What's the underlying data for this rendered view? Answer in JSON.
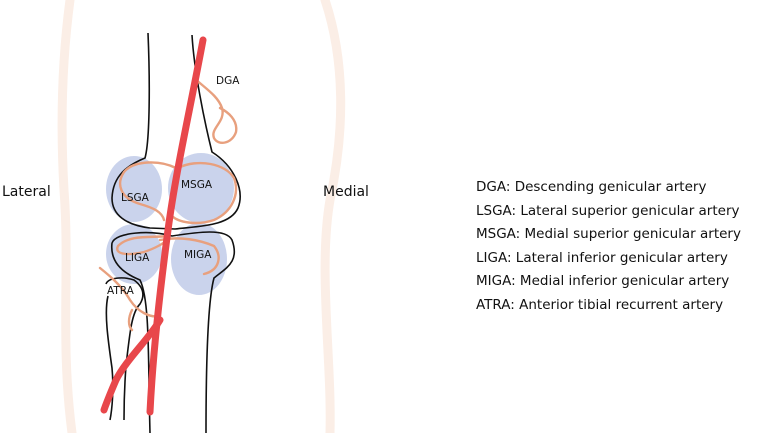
{
  "labels": {
    "lateral": "Lateral",
    "medial": "Medial"
  },
  "arteries": {
    "dga": "DGA",
    "lsga": "LSGA",
    "msga": "MSGA",
    "liga": "LIGA",
    "miga": "MIGA",
    "atra": "ATRA"
  },
  "legend": [
    "DGA: Descending genicular artery",
    "LSGA: Lateral superior genicular artery",
    "MSGA: Medial superior genicular artery",
    "LIGA: Lateral inferior genicular artery",
    "MIGA: Medial inferior genicular artery",
    "ATRA: Anterior tibial recurrent artery"
  ],
  "colors": {
    "main_artery": "#e8474b",
    "branch": "#e8a07e",
    "zone": "#b8c4e6",
    "skin": "#fbeee6",
    "bone": "#111111"
  }
}
